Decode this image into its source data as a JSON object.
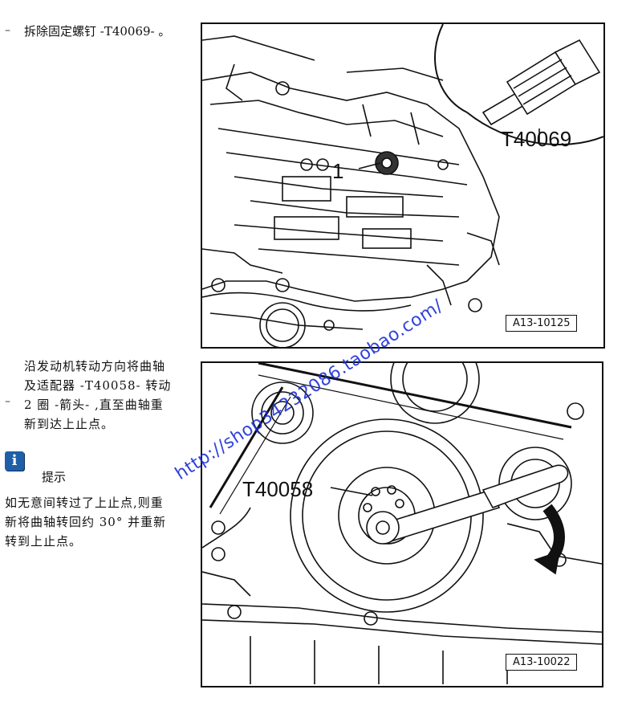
{
  "step1": {
    "dash": "–",
    "text": "拆除固定螺钉 -T40069- 。"
  },
  "step2": {
    "dash": "–",
    "lines": [
      "沿发动机转动方向将曲轴",
      "及适配器 -T40058- 转动",
      "2 圈 -箭头- ,直至曲轴重",
      "新到达上止点。"
    ]
  },
  "hint": {
    "icon": "info-icon",
    "label": "提示",
    "lines": [
      "如无意间转过了上止点,则重",
      "新将曲轴转回约 30° 并重新",
      "转到上止点。"
    ]
  },
  "figure1": {
    "tool_label": "T40069",
    "callout": "1",
    "figure_id": "A13-10125"
  },
  "figure2": {
    "tool_label": "T40058",
    "figure_id": "A13-10022"
  },
  "watermark": "http://shop34232086.taobao.com/",
  "colors": {
    "watermark": "#1a2fd6",
    "hint_icon": "#1e5fa8"
  }
}
